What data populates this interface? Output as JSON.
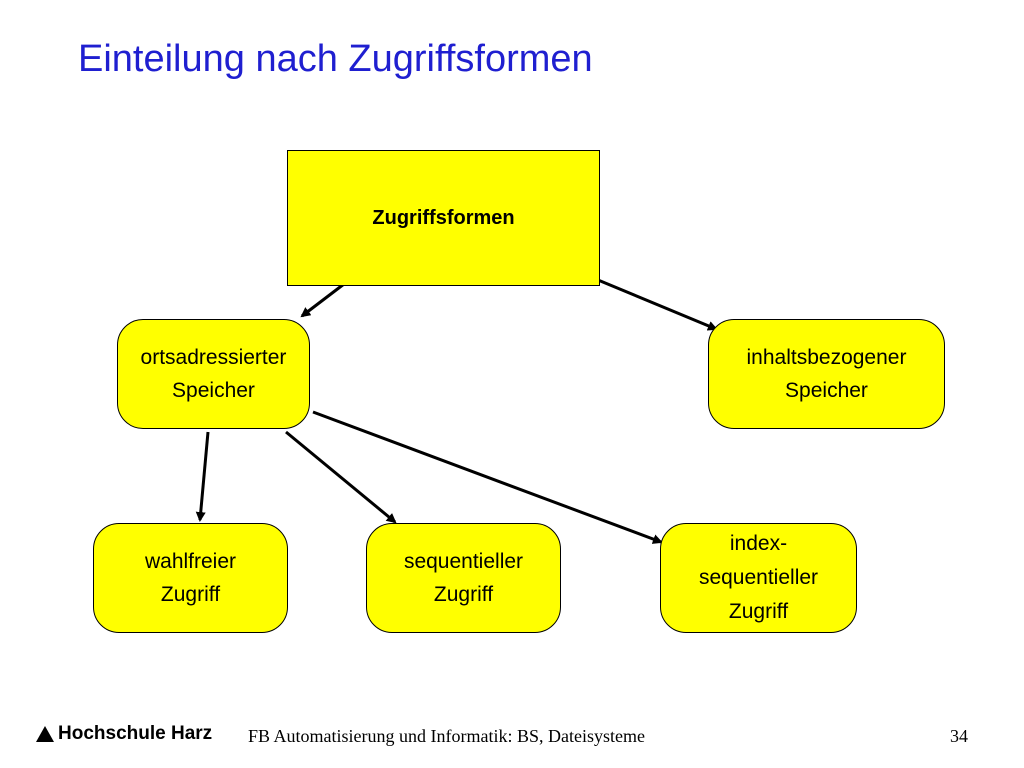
{
  "slide": {
    "title": "Einteilung nach Zugriffsformen"
  },
  "diagram": {
    "root": {
      "label": "Zugriffsformen"
    },
    "ortsadressiert": {
      "line1": "ortsadressierter",
      "line2": "Speicher"
    },
    "inhaltsbezogen": {
      "line1": "inhaltsbezogener",
      "line2": "Speicher"
    },
    "wahlfrei": {
      "line1": "wahlfreier",
      "line2": "Zugriff"
    },
    "sequentiell": {
      "line1": "sequentieller",
      "line2": "Zugriff"
    },
    "indexsequentiell": {
      "line1": "index-",
      "line2": "sequentieller",
      "line3": "Zugriff"
    },
    "colors": {
      "node_fill": "#ffff00",
      "title": "#1f1fd0",
      "stroke": "#000000"
    }
  },
  "footer": {
    "logo": "Hochschule Harz",
    "course": "FB Automatisierung und Informatik: BS, Dateisysteme",
    "page_number": "34"
  }
}
